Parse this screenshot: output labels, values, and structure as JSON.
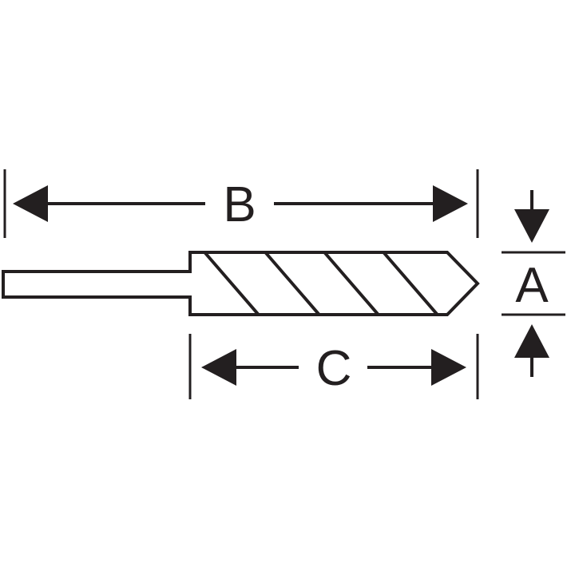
{
  "diagram": {
    "labels": {
      "A": "A",
      "B": "B",
      "C": "C"
    },
    "colors": {
      "ink": "#231f20",
      "background": "#ffffff"
    }
  }
}
